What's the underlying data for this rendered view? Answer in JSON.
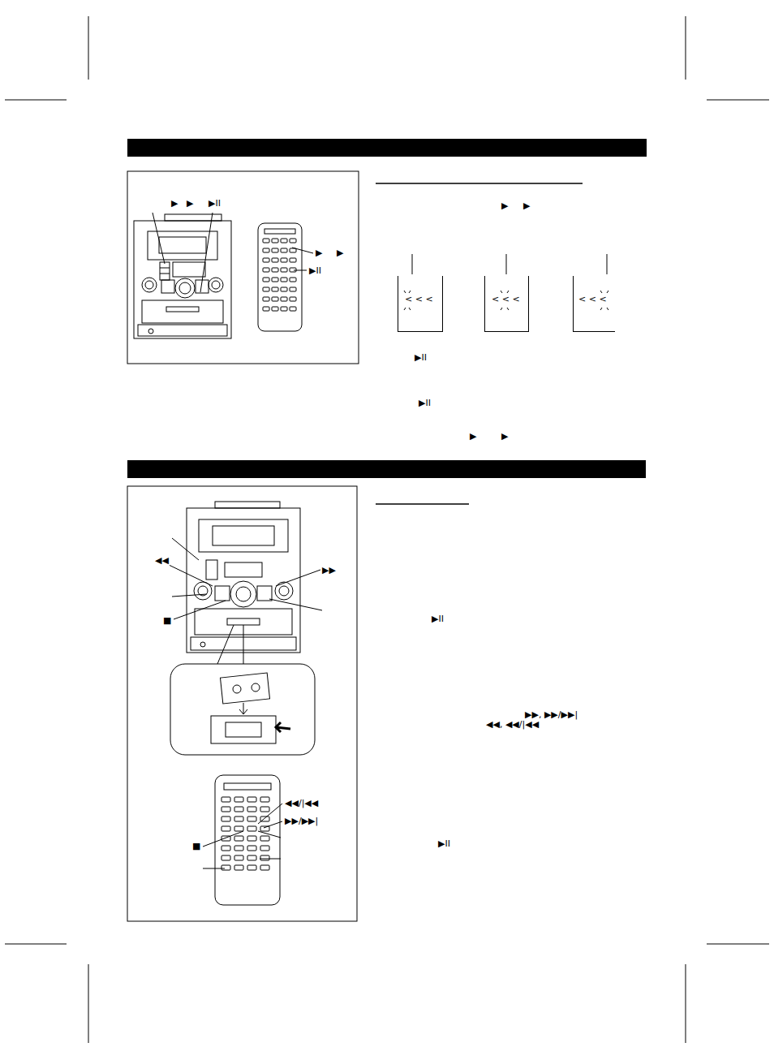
{
  "diagram": {
    "nodes": [
      {
        "text": [
          "< < <"
        ]
      },
      {
        "text": [
          "< < <"
        ]
      },
      {
        "text": [
          "< < <"
        ]
      }
    ],
    "labels": [
      "▶",
      "▶",
      "▶II",
      "▶",
      "▶",
      "▶II",
      "▶",
      "▶",
      "▶II",
      "▶II",
      "▶",
      "▶",
      "◀◀",
      "▶▶",
      "■",
      "◀◀/|◀◀",
      "▶▶/▶▶|",
      "■",
      "▶II",
      "▶▶, ▶▶/▶▶|",
      "◀◀, ◀◀/|◀◀",
      "▶II"
    ]
  }
}
